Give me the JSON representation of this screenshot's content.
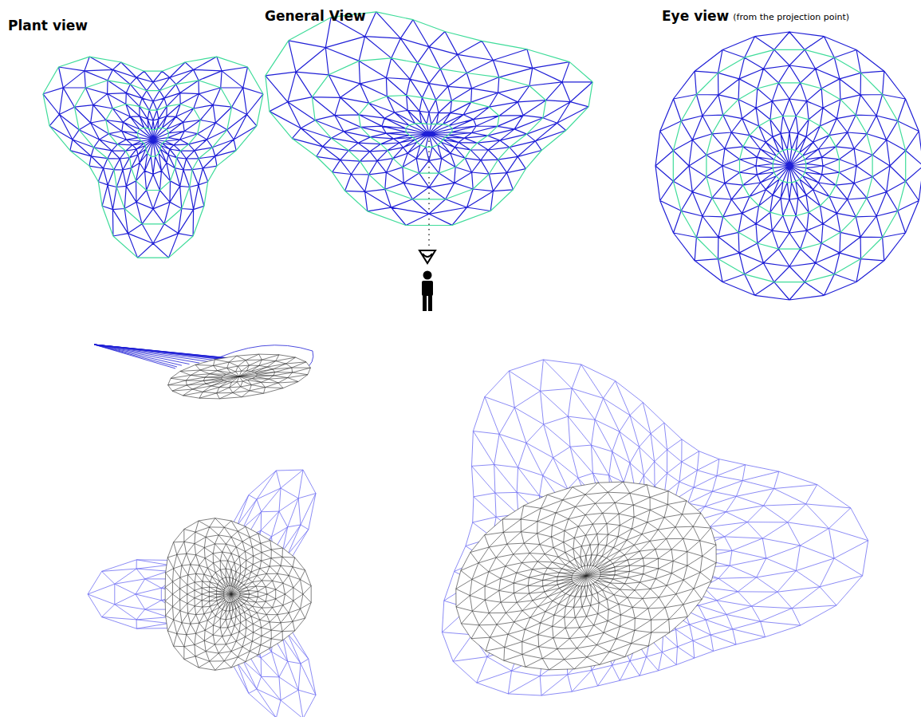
{
  "diagram": {
    "labels": [
      "Plant view",
      "General View",
      "Eye view",
      "(from the projection point)"
    ]
  }
}
